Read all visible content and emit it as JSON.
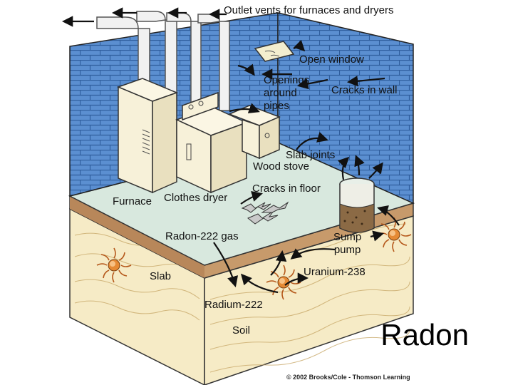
{
  "labels": {
    "outlet_vents": "Outlet vents for furnaces and dryers",
    "open_window": "Open window",
    "openings_line1": "Openings",
    "openings_line2": "around",
    "openings_line3": "pipes",
    "cracks_in_wall": "Cracks in wall",
    "slab_joints": "Slab joints",
    "wood_stove": "Wood stove",
    "cracks_in_floor": "Cracks in floor",
    "furnace": "Furnace",
    "clothes_dryer": "Clothes dryer",
    "radon_gas": "Radon-222 gas",
    "sump_line1": "Sump",
    "sump_line2": "pump",
    "uranium": "Uranium-238",
    "slab": "Slab",
    "radium": "Radium-222",
    "soil": "Soil"
  },
  "title": "Radon",
  "credit": "© 2002 Brooks/Cole - Thomson Learning",
  "colors": {
    "wall": "#5b8fd1",
    "wall_mortar": "#2f5e9e",
    "floor": "#d8e8de",
    "slab_edge": "#c79a6b",
    "soil": "#f6ebc6",
    "appliance": "#f7f1d9",
    "pipe": "#eeeeee",
    "atom": "#d97a2b"
  }
}
